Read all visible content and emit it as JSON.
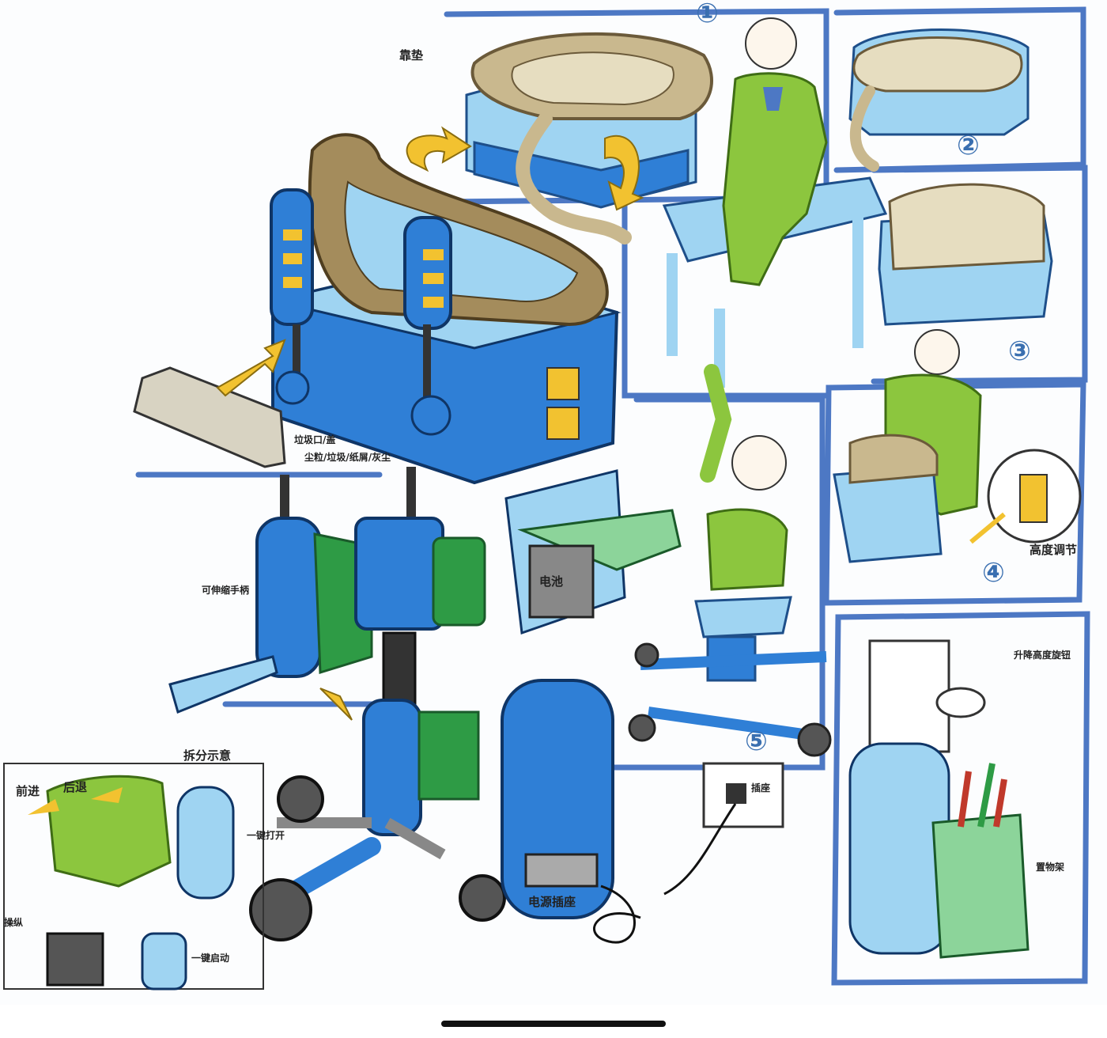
{
  "annotations": {
    "seat_pad_label": "靠垫",
    "dust_cover": "垃圾口/盖",
    "dust_items": "尘粒/垃圾/纸屑/灰尘",
    "side_handle": "可伸缩手柄",
    "battery": "电池",
    "charger": "电源插座",
    "disassembly": "拆分示意",
    "forward": "前进",
    "backward": "后退",
    "one_key_open": "一键打开",
    "one_key_start": "一键启动",
    "adjust_height": "高度调节",
    "lift_knob": "升降高度旋钮",
    "storage_holder": "置物架",
    "socket": "插座",
    "left_text": "操纵"
  },
  "steps": {
    "s1": "①",
    "s2": "②",
    "s3": "③",
    "s4": "④",
    "s5": "⑤"
  },
  "colors": {
    "blue": "#2f7fd6",
    "light_blue": "#9fd4f2",
    "green": "#8cc63e",
    "dark_green": "#2e9b45",
    "tan": "#c9b88e",
    "yellow": "#f2c230",
    "panel_border": "#4d78c4"
  }
}
